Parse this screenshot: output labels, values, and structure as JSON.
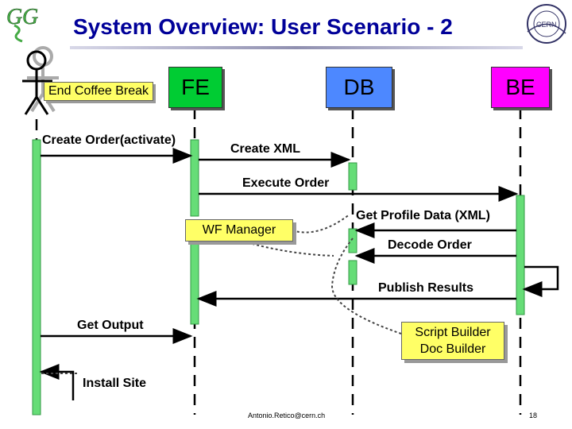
{
  "header": {
    "title": "System Overview: User Scenario - 2",
    "logo_left_text": "GG",
    "logo_right_text": "CERN"
  },
  "lifelines": [
    {
      "id": "fe",
      "label": "FE",
      "color": "#00cc33"
    },
    {
      "id": "db",
      "label": "DB",
      "color": "#4d88ff"
    },
    {
      "id": "be",
      "label": "BE",
      "color": "#ff00ff"
    }
  ],
  "notes": {
    "coffee": "End Coffee Break",
    "wf_manager": "WF Manager",
    "script_builder": "Script Builder",
    "doc_builder": "Doc Builder"
  },
  "messages": {
    "create_order": "Create Order(activate)",
    "create_xml": "Create XML",
    "execute_order": "Execute Order",
    "get_profile": "Get Profile Data (XML)",
    "decode_order": "Decode Order",
    "publish_results": "Publish Results",
    "get_output": "Get Output",
    "install_site": "Install Site"
  },
  "footer": {
    "email": "Antonio.Retico@cern.ch",
    "page_number": "18"
  },
  "colors": {
    "title": "#000099",
    "activation_bar": "#66dd77",
    "note_fill": "#ffff66",
    "dotted_link": "#444444"
  }
}
